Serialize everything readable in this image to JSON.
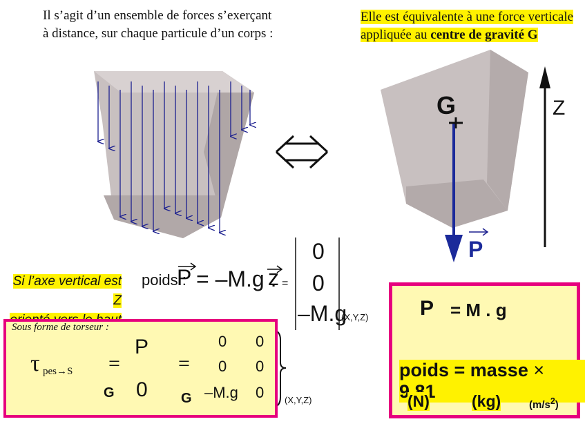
{
  "left_caption": [
    "Il s’agit d’un ensemble de forces s’exerçant",
    "à distance, sur chaque particule d’un corps :"
  ],
  "right_caption": {
    "line1": "Elle est équivalente à une force verticale",
    "line2_prefix": "appliquée au ",
    "line2_bold": "centre de gravité G"
  },
  "labels": {
    "G": "G",
    "Z": "Z",
    "P": "P"
  },
  "axis_note": [
    "Si l’axe vertical est Z",
    "orienté vers le haut :"
  ],
  "poids_eq": {
    "label": "poids :",
    "P": "P",
    "rhs": "= –M.g .",
    "z": "z",
    "equals": "=",
    "vector": [
      "0",
      "0",
      "–M.g"
    ],
    "frame": "(X,Y,Z)"
  },
  "torseur": {
    "title": "Sous forme de torseur :",
    "tau": "τ",
    "sub": "pes→S",
    "G": "G",
    "P": "P",
    "zero": "0",
    "matrix": [
      [
        "0",
        "0"
      ],
      [
        "0",
        "0"
      ],
      [
        "–M.g",
        "0"
      ]
    ],
    "frame": "(X,Y,Z)"
  },
  "norm": {
    "P": "P",
    "eq": "= M . g",
    "formula_a": "poids = masse",
    "times": "×",
    "value": "9,81",
    "unit_n": "(N)",
    "unit_kg": "(kg)",
    "unit_ms": "(m/s",
    "unit_exp": "2",
    "unit_close": ")"
  },
  "colors": {
    "force_arrow": "#1b1f8f",
    "accent_border": "#e6007e",
    "highlight": "#fff200",
    "box_fill": "#fff9b3",
    "solid_face": "#c9c1c1"
  }
}
